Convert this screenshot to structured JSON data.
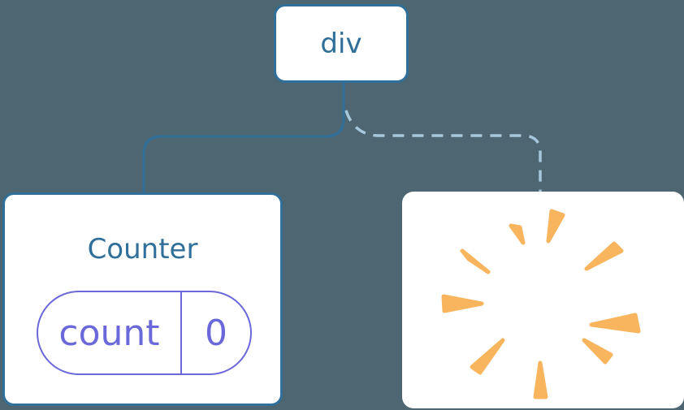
{
  "colors": {
    "background": "#4d6671",
    "card-bg": "#ffffff",
    "line-blue": "#2f6f99",
    "dash-blue": "#a7c7dc",
    "state-purple": "#6b69da",
    "poof-orange": "#f9b55e"
  },
  "tree": {
    "root": {
      "label": "div"
    },
    "counter_card": {
      "title": "Counter",
      "state_pill": {
        "name": "count",
        "value": "0"
      }
    },
    "removed_card": {
      "icon": "poof-starburst"
    }
  }
}
